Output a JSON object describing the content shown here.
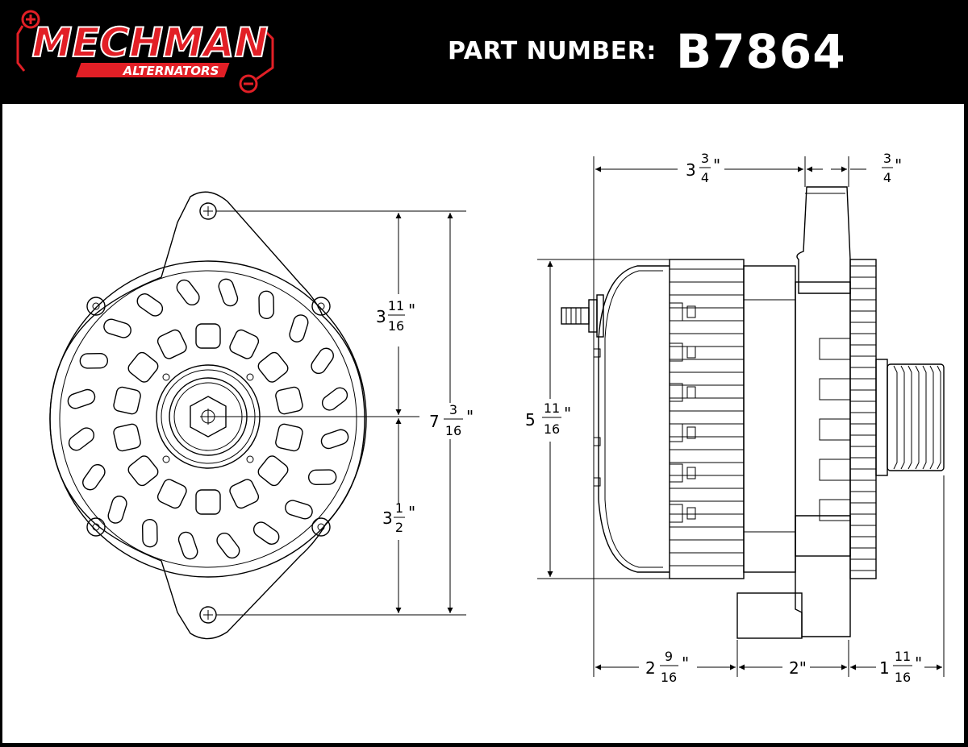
{
  "header": {
    "logo_main": "MECHMAN",
    "logo_sub": "ALTERNATORS",
    "part_label": "PART NUMBER:",
    "part_number": "B7864"
  },
  "colors": {
    "brand_red": "#e21f26",
    "background": "#000000",
    "panel": "#ffffff"
  },
  "dimensions": {
    "front_upper": {
      "whole": "3",
      "num": "11",
      "den": "16",
      "unit": "\""
    },
    "front_lower": {
      "whole": "3",
      "num": "1",
      "den": "2",
      "unit": "\""
    },
    "front_total": {
      "whole": "7",
      "num": "3",
      "den": "16",
      "unit": "\""
    },
    "side_height": {
      "whole": "5",
      "num": "11",
      "den": "16",
      "unit": "\""
    },
    "top_left": {
      "whole": "3",
      "num": "3",
      "den": "4",
      "unit": "\""
    },
    "top_right": {
      "whole": "",
      "num": "3",
      "den": "4",
      "unit": "\""
    },
    "bottom_left": {
      "whole": "2",
      "num": "9",
      "den": "16",
      "unit": "\""
    },
    "bottom_mid": {
      "whole": "2\""
    },
    "bottom_right": {
      "whole": "1",
      "num": "11",
      "den": "16",
      "unit": "\""
    }
  }
}
